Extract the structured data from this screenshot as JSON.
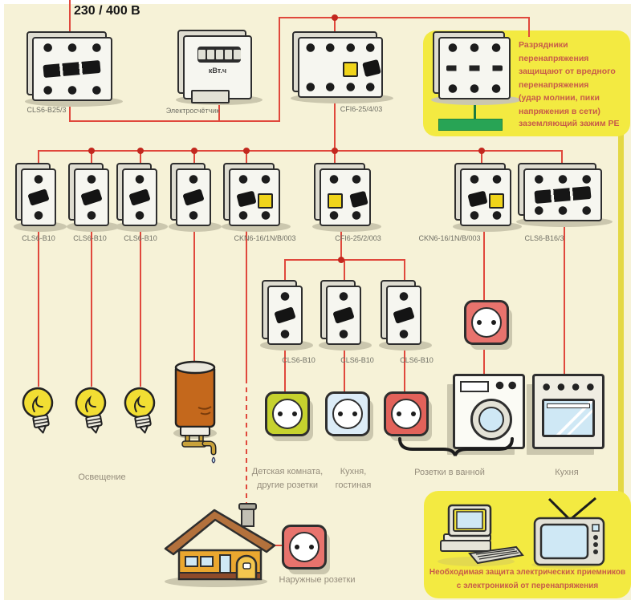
{
  "voltage": "230 / 400 В",
  "row1": {
    "main_breaker": "CLS6-B25/3",
    "meter": "Электросчётчик",
    "meter_unit": "кВт.ч",
    "main_rcd": "CFI6-25/4/03"
  },
  "surge_box": {
    "line1": "Разрядники",
    "line2": "перенапряжения",
    "line3": "защищают от вредного",
    "line4": "перенапряжения",
    "line5": "(удар молнии, пики",
    "line6": "напряжения в сети)",
    "ground": "заземляющий зажим PE"
  },
  "row2": {
    "b1": "CLS6-B10",
    "b2": "CLS6-B10",
    "b3": "CLS6-B10",
    "rcd_left": "CKN6-16/1N/B/003",
    "rcd_mid": "CFI6-25/2/003",
    "rcd_right": "CKN6-16/1N/B/003",
    "b16": "CLS6-B16/3"
  },
  "row3": {
    "b1": "CLS6-B10",
    "b2": "CLS6-B10",
    "b3": "CLS6-B10"
  },
  "zones": {
    "lighting": "Освещение",
    "children_line1": "Детская комната,",
    "children_line2": "другие розетки",
    "kitchen_line1": "Кухня,",
    "kitchen_line2": "гостиная",
    "bathroom": "Розетки в ванной",
    "kitchen": "Кухня",
    "outdoor": "Наружные розетки"
  },
  "protection_box": {
    "line1": "Необходимая защита электрических приемников",
    "line2": "с электроникой от перенапряжения"
  },
  "colors": {
    "background": "#f6f2d7",
    "wire": "#e0483c",
    "highlight_box": "#f3ea41",
    "ground_green": "#28a455",
    "box_text": "#c75b49"
  }
}
